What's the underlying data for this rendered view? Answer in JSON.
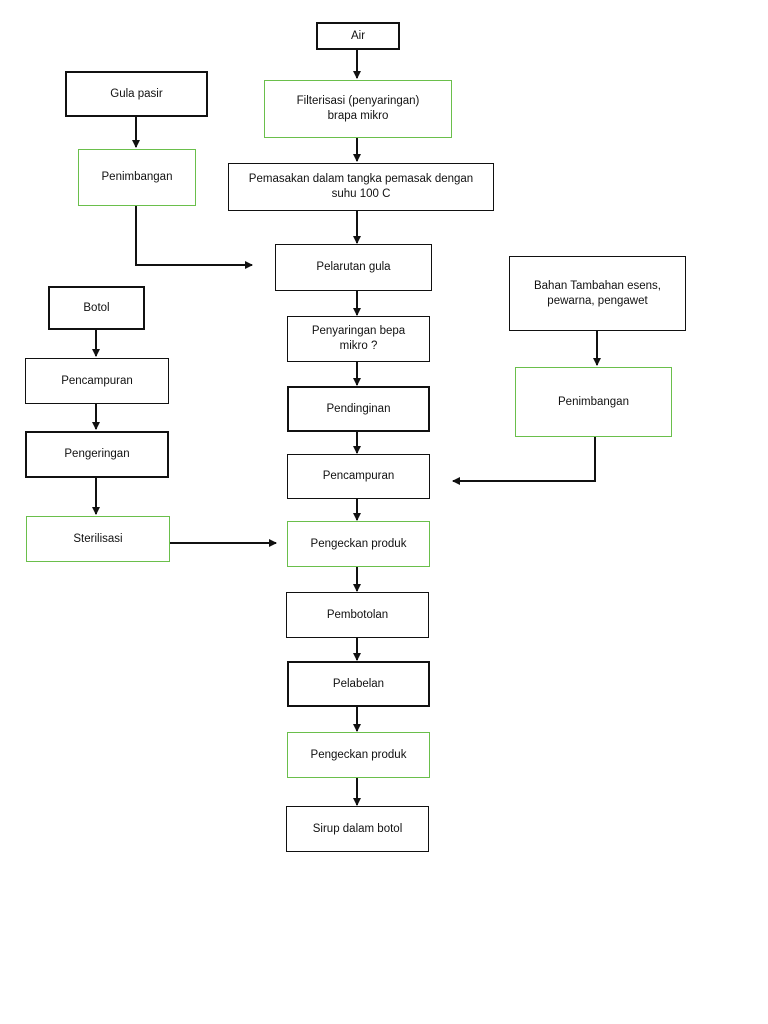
{
  "nodes": {
    "air": "Air",
    "filterisasi": "Filterisasi (penyaringan) brapa mikro",
    "pemasakan": "Pemasakan dalam tangka pemasak dengan suhu 100 C",
    "gula_pasir": "Gula pasir",
    "penimbangan_gula": "Penimbangan",
    "pelarutan_gula": "Pelarutan gula",
    "bahan_tambahan": "Bahan Tambahan esens, pewarna, pengawet",
    "penimbangan_bahan": "Penimbangan",
    "botol": "Botol",
    "pencampuran_botol": "Pencampuran",
    "pengeringan": "Pengeringan",
    "sterilisasi": "Sterilisasi",
    "penyaringan": "Penyaringan bepa mikro ?",
    "pendinginan": "Pendinginan",
    "pencampuran_main": "Pencampuran",
    "pengeckan_1": "Pengeckan produk",
    "pembotolan": "Pembotolan",
    "pelabelan": "Pelabelan",
    "pengeckan_2": "Pengeckan produk",
    "sirup": "Sirup dalam botol"
  },
  "colors": {
    "box_border": "#111111",
    "green_border": "#6abf4b",
    "arrow": "#111111"
  }
}
